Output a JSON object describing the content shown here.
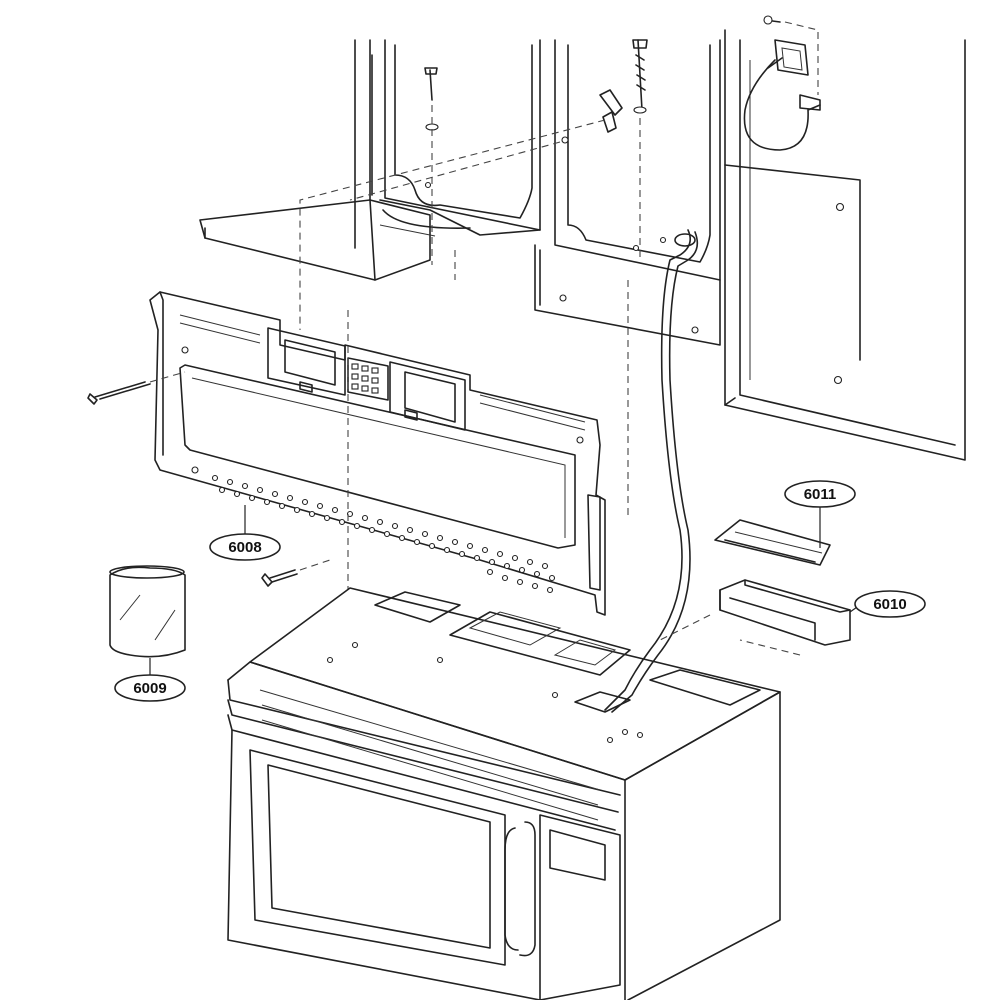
{
  "diagram": {
    "callouts": [
      {
        "id": "6008",
        "label": "6008"
      },
      {
        "id": "6009",
        "label": "6009"
      },
      {
        "id": "6010",
        "label": "6010"
      },
      {
        "id": "6011",
        "label": "6011"
      }
    ]
  }
}
